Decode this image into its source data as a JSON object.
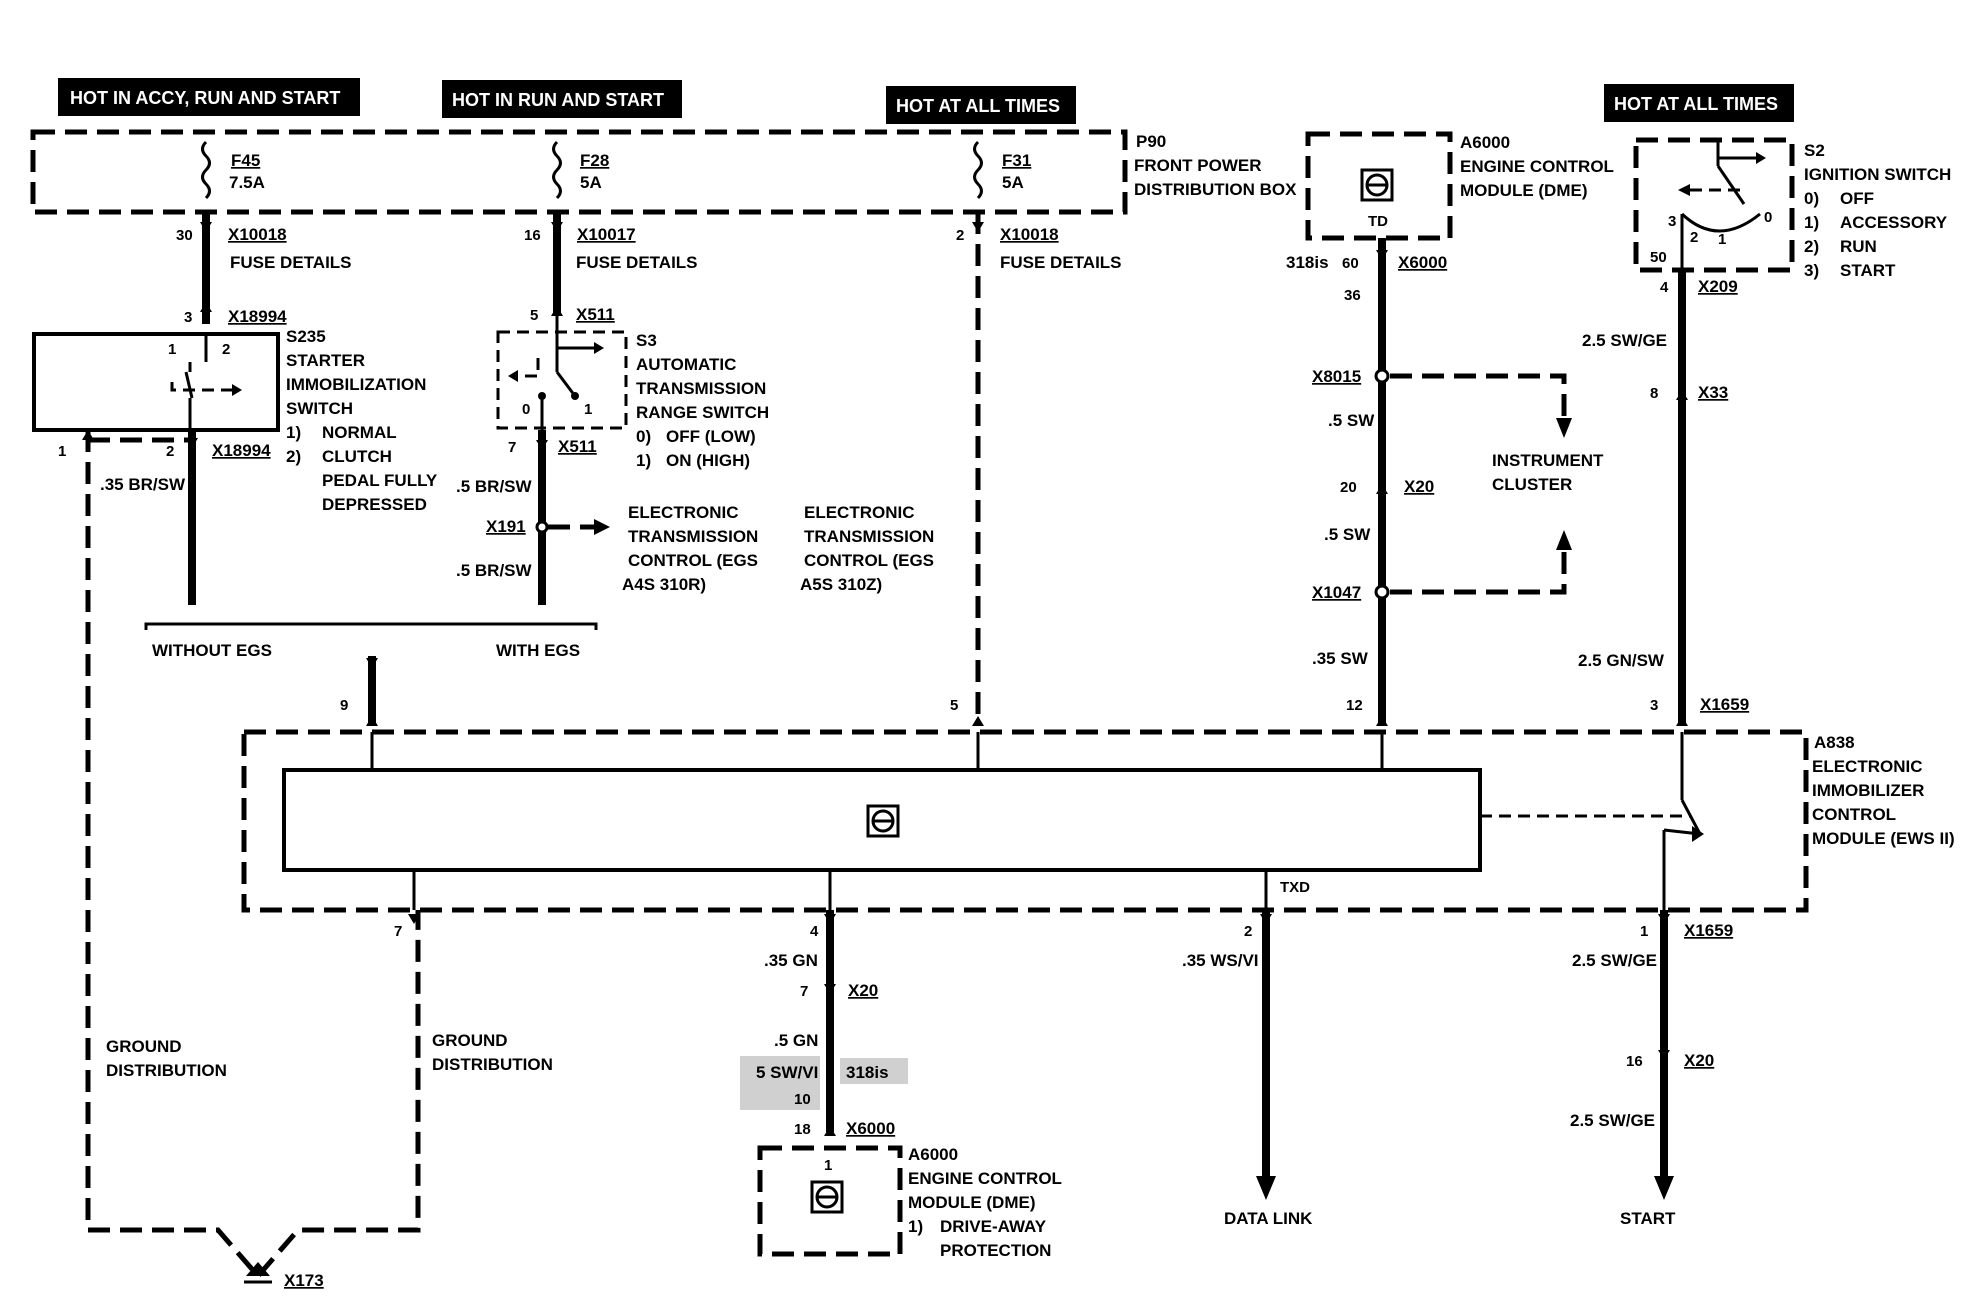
{
  "headers": {
    "accy_run_start": "HOT IN ACCY, RUN AND START",
    "run_start": "HOT IN RUN AND START",
    "all_times_1": "HOT AT ALL TIMES",
    "all_times_2": "HOT AT ALL TIMES"
  },
  "p90": {
    "id": "P90",
    "line1": "FRONT POWER",
    "line2": "DISTRIBUTION BOX",
    "fuses": [
      {
        "id": "F45",
        "rating": "7.5A"
      },
      {
        "id": "F28",
        "rating": "5A"
      },
      {
        "id": "F31",
        "rating": "5A"
      }
    ]
  },
  "fuse_connectors": [
    {
      "pin": "30",
      "connector": "X10018",
      "note": "FUSE DETAILS"
    },
    {
      "pin": "16",
      "connector": "X10017",
      "note": "FUSE DETAILS"
    },
    {
      "pin": "2",
      "connector": "X10018",
      "note": "FUSE DETAILS"
    }
  ],
  "s235": {
    "id": "S235",
    "lines": [
      "STARTER",
      "IMMOBILIZATION",
      "SWITCH"
    ],
    "items": [
      "1)",
      "NORMAL",
      "2)",
      "CLUTCH",
      "PEDAL FULLY",
      "DEPRESSED"
    ],
    "top_pin": "3",
    "top_connector": "X18994",
    "pin_left": "1",
    "pin_right": "2",
    "bottom_connector": "X18994",
    "sw1": "1",
    "sw2": "2",
    "wire": ".35 BR/SW"
  },
  "s3": {
    "id": "S3",
    "lines": [
      "AUTOMATIC",
      "TRANSMISSION",
      "RANGE SWITCH"
    ],
    "items": [
      "0)",
      "OFF (LOW)",
      "1)",
      "ON (HIGH)"
    ],
    "top_pin": "5",
    "top_connector": "X511",
    "bottom_pin": "7",
    "bottom_connector": "X511",
    "sw0": "0",
    "sw1": "1",
    "wire1": ".5 BR/SW",
    "x191": "X191",
    "wire2": ".5 BR/SW"
  },
  "egs": {
    "a4s": [
      "ELECTRONIC",
      "TRANSMISSION",
      "CONTROL (EGS",
      "A4S 310R)"
    ],
    "a5s": [
      "ELECTRONIC",
      "TRANSMISSION",
      "CONTROL (EGS",
      "A5S 310Z)"
    ],
    "without": "WITHOUT EGS",
    "with": "WITH EGS"
  },
  "a6000_top": {
    "id": "A6000",
    "lines": [
      "ENGINE CONTROL",
      "MODULE (DME)"
    ],
    "td": "TD",
    "variant": "318is",
    "pin60": "60",
    "connector": "X6000",
    "pin36": "36",
    "x8015": "X8015",
    "wire1": ".5 SW",
    "pin20": "20",
    "x20": "X20",
    "wire2": ".5 SW",
    "x1047": "X1047",
    "wire3": ".35 SW"
  },
  "instrument_cluster": [
    "INSTRUMENT",
    "CLUSTER"
  ],
  "s2": {
    "id": "S2",
    "lines": [
      "IGNITION SWITCH"
    ],
    "items": [
      "0)",
      "OFF",
      "1)",
      "ACCESSORY",
      "2)",
      "RUN",
      "3)",
      "START"
    ],
    "pos3": "3",
    "pos2": "2",
    "pos1": "1",
    "pos0": "0",
    "pin50": "50",
    "pin4": "4",
    "x209": "X209",
    "wire1": "2.5 SW/GE",
    "pin8": "8",
    "x33": "X33",
    "wire2": "2.5 GN/SW",
    "pin3": "3",
    "x1659": "X1659"
  },
  "a838": {
    "id": "A838",
    "lines": [
      "ELECTRONIC",
      "IMMOBILIZER",
      "CONTROL",
      "MODULE (EWS II)"
    ],
    "pin9": "9",
    "pin5": "5",
    "pin12": "12",
    "pin7": "7",
    "pin4": "4",
    "pin2": "2",
    "txd": "TXD"
  },
  "ground": {
    "left": [
      "GROUND",
      "DISTRIBUTION"
    ],
    "right": [
      "GROUND",
      "DISTRIBUTION"
    ],
    "x173": "X173"
  },
  "drive_away": {
    "wire1": ".35 GN",
    "pin7": "7",
    "x20": "X20",
    "wire2": ".5 GN",
    "alt_wire": "5 SW/VI",
    "alt_variant": "318is",
    "alt_pin": "10",
    "pin18": "18",
    "x6000": "X6000",
    "module_pin": "1",
    "id": "A6000",
    "lines": [
      "ENGINE CONTROL",
      "MODULE (DME)"
    ],
    "items": [
      "1)",
      "DRIVE-AWAY",
      "PROTECTION"
    ]
  },
  "data_link": {
    "wire": ".35 WS/VI",
    "label": "DATA LINK"
  },
  "start": {
    "pin1": "1",
    "x1659": "X1659",
    "wire1": "2.5 SW/GE",
    "pin16": "16",
    "x20": "X20",
    "wire2": "2.5 SW/GE",
    "label": "START"
  }
}
